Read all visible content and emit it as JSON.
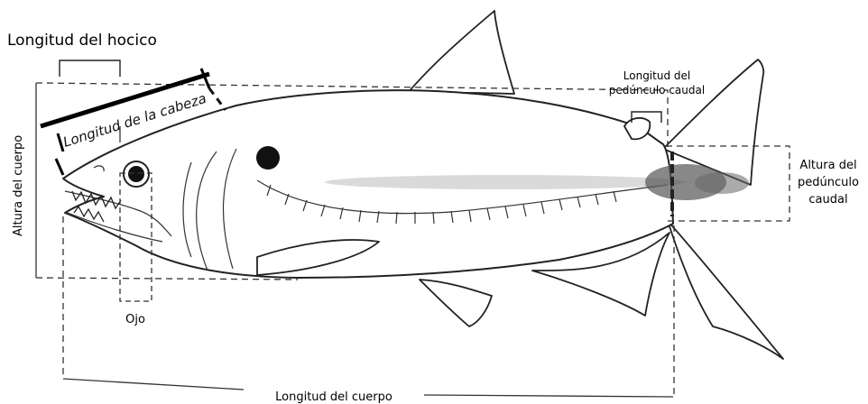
{
  "diagram": {
    "labels": {
      "snout_length": "Longitud del hocico",
      "head_length": "Longitud de la cabeza",
      "body_depth": "Altura del cuerpo",
      "peduncle_length_line1": "Longitud del",
      "peduncle_length_line2": "pedúnculo caudal",
      "peduncle_depth_line1": "Altura del",
      "peduncle_depth_line2": "pedúnculo",
      "peduncle_depth_line3": "caudal",
      "eye": "Ojo",
      "body_length": "Longitud del cuerpo"
    }
  }
}
